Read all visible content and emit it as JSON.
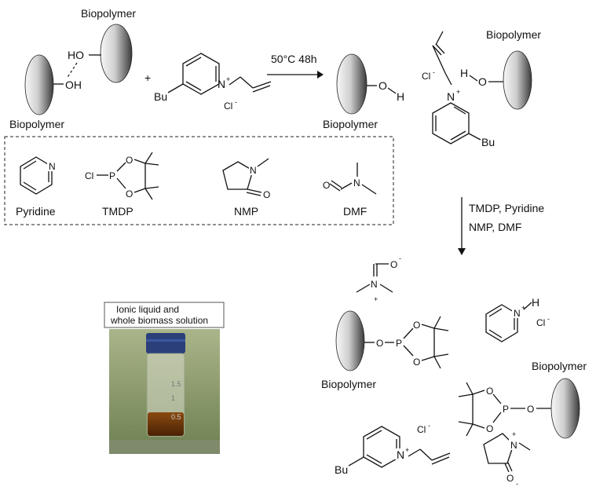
{
  "labels": {
    "biopolymer": "Biopolymer",
    "ho": "HO",
    "oh": "OH",
    "o": "O",
    "h": "H",
    "bu": "Bu",
    "n_plus": "N+",
    "n": "N",
    "cl_minus": "Cl-",
    "cl": "Cl",
    "p": "P",
    "o_minus": "O-",
    "plus": "+",
    "minus": "-"
  },
  "reaction": {
    "condition_1": "50°C 48h",
    "condition_2_line1": "TMDP, Pyridine",
    "condition_2_line2": "NMP, DMF"
  },
  "reagents": [
    {
      "name": "Pyridine"
    },
    {
      "name": "TMDP"
    },
    {
      "name": "NMP"
    },
    {
      "name": "DMF"
    }
  ],
  "photo": {
    "caption_line1": "Ionic liquid and",
    "caption_line2": "whole biomass solution",
    "grad_1": "1.5",
    "grad_2": "1",
    "grad_3": "0.5"
  },
  "colors": {
    "background": "#ffffff",
    "ellipse_light": "#f4f4f4",
    "ellipse_dark": "#3a3a3a",
    "cap_blue": "#2b3f7a",
    "liquid_amber": "#7a3e0a"
  }
}
